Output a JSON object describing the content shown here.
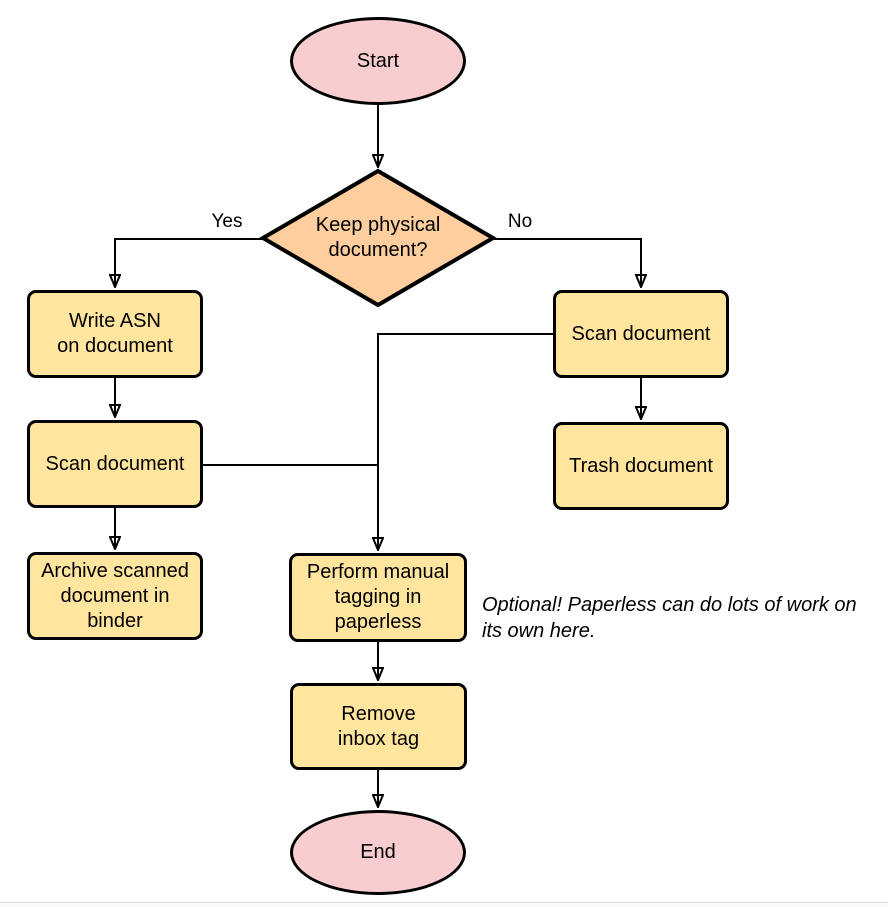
{
  "diagram": {
    "nodes": {
      "start": {
        "label": "Start",
        "type": "terminal"
      },
      "decision": {
        "label": "Keep physical\ndocument?",
        "type": "decision"
      },
      "write_asn": {
        "label": "Write ASN\non document",
        "type": "process"
      },
      "scan_left": {
        "label": "Scan document",
        "type": "process"
      },
      "archive": {
        "label": "Archive scanned\ndocument in\nbinder",
        "type": "process"
      },
      "scan_right": {
        "label": "Scan document",
        "type": "process"
      },
      "trash": {
        "label": "Trash document",
        "type": "process"
      },
      "perform_tagging": {
        "label": "Perform manual\ntagging in\npaperless",
        "type": "process"
      },
      "remove_inbox": {
        "label": "Remove\ninbox tag",
        "type": "process"
      },
      "end": {
        "label": "End",
        "type": "terminal"
      }
    },
    "edge_labels": {
      "yes": "Yes",
      "no": "No"
    },
    "note": "Optional! Paperless can do lots of work on\nits own here.",
    "colors": {
      "terminal_fill": "#F8CDD0",
      "decision_fill": "#FFCE9E",
      "process_fill": "#FFE59E",
      "stroke": "#000000"
    }
  }
}
